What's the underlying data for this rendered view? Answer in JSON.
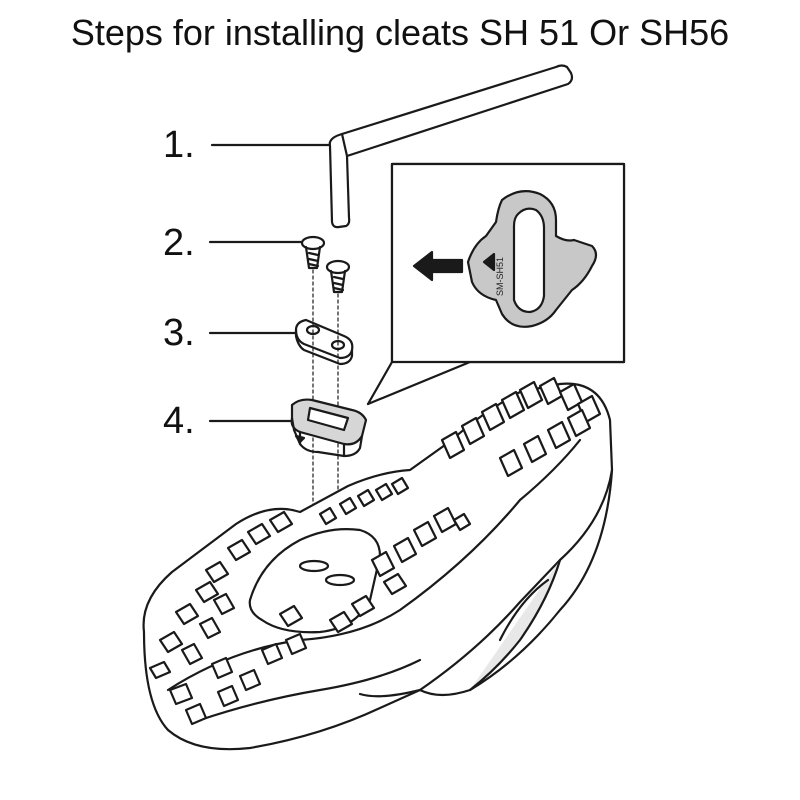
{
  "title": "Steps for installing cleats SH 51 Or SH56",
  "steps": [
    {
      "label": "1.",
      "part": "hex-key"
    },
    {
      "label": "2.",
      "part": "cleat-screws"
    },
    {
      "label": "3.",
      "part": "cleat-nut-plate"
    },
    {
      "label": "4.",
      "part": "cleat"
    }
  ],
  "inset": {
    "cleat_marking": "SM-SH51"
  },
  "colors": {
    "line": "#1a1a1a",
    "cleat_fill": "#c8c8c8",
    "background": "#ffffff"
  }
}
